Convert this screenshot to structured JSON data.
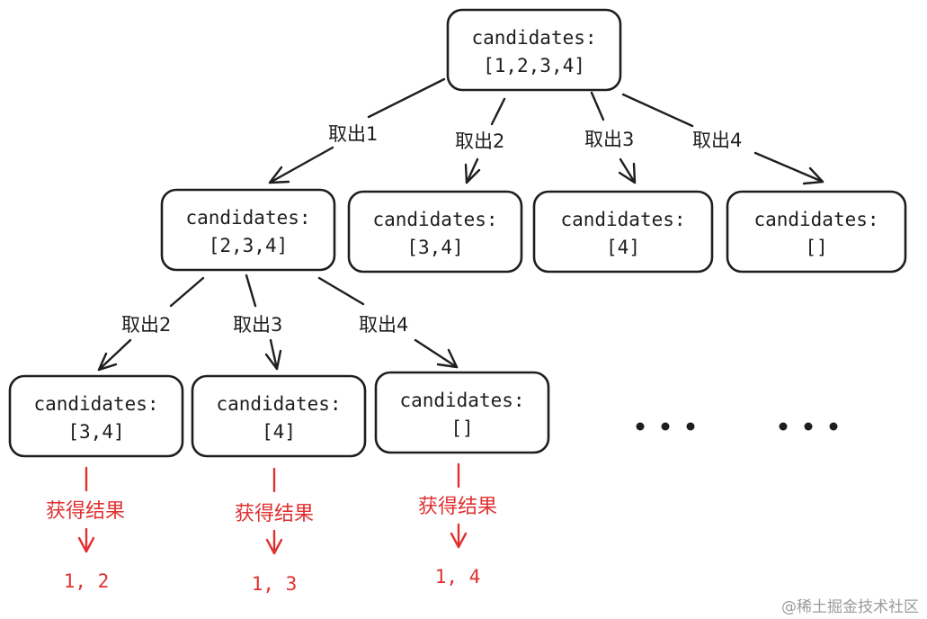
{
  "diagram": {
    "root": {
      "line1": "candidates:",
      "line2": "[1,2,3,4]"
    },
    "level1": [
      {
        "line1": "candidates:",
        "line2": "[2,3,4]",
        "edge_label": "取出1"
      },
      {
        "line1": "candidates:",
        "line2": "[3,4]",
        "edge_label": "取出2"
      },
      {
        "line1": "candidates:",
        "line2": "[4]",
        "edge_label": "取出3"
      },
      {
        "line1": "candidates:",
        "line2": "[]",
        "edge_label": "取出4"
      }
    ],
    "level2": [
      {
        "line1": "candidates:",
        "line2": "[3,4]",
        "edge_label": "取出2",
        "result_label": "获得结果",
        "result": "1, 2"
      },
      {
        "line1": "candidates:",
        "line2": "[4]",
        "edge_label": "取出3",
        "result_label": "获得结果",
        "result": "1, 3"
      },
      {
        "line1": "candidates:",
        "line2": "[]",
        "edge_label": "取出4",
        "result_label": "获得结果",
        "result": "1, 4"
      }
    ],
    "ellipses": [
      "•••",
      "•••"
    ]
  },
  "watermark": "@稀土掘金技术社区"
}
